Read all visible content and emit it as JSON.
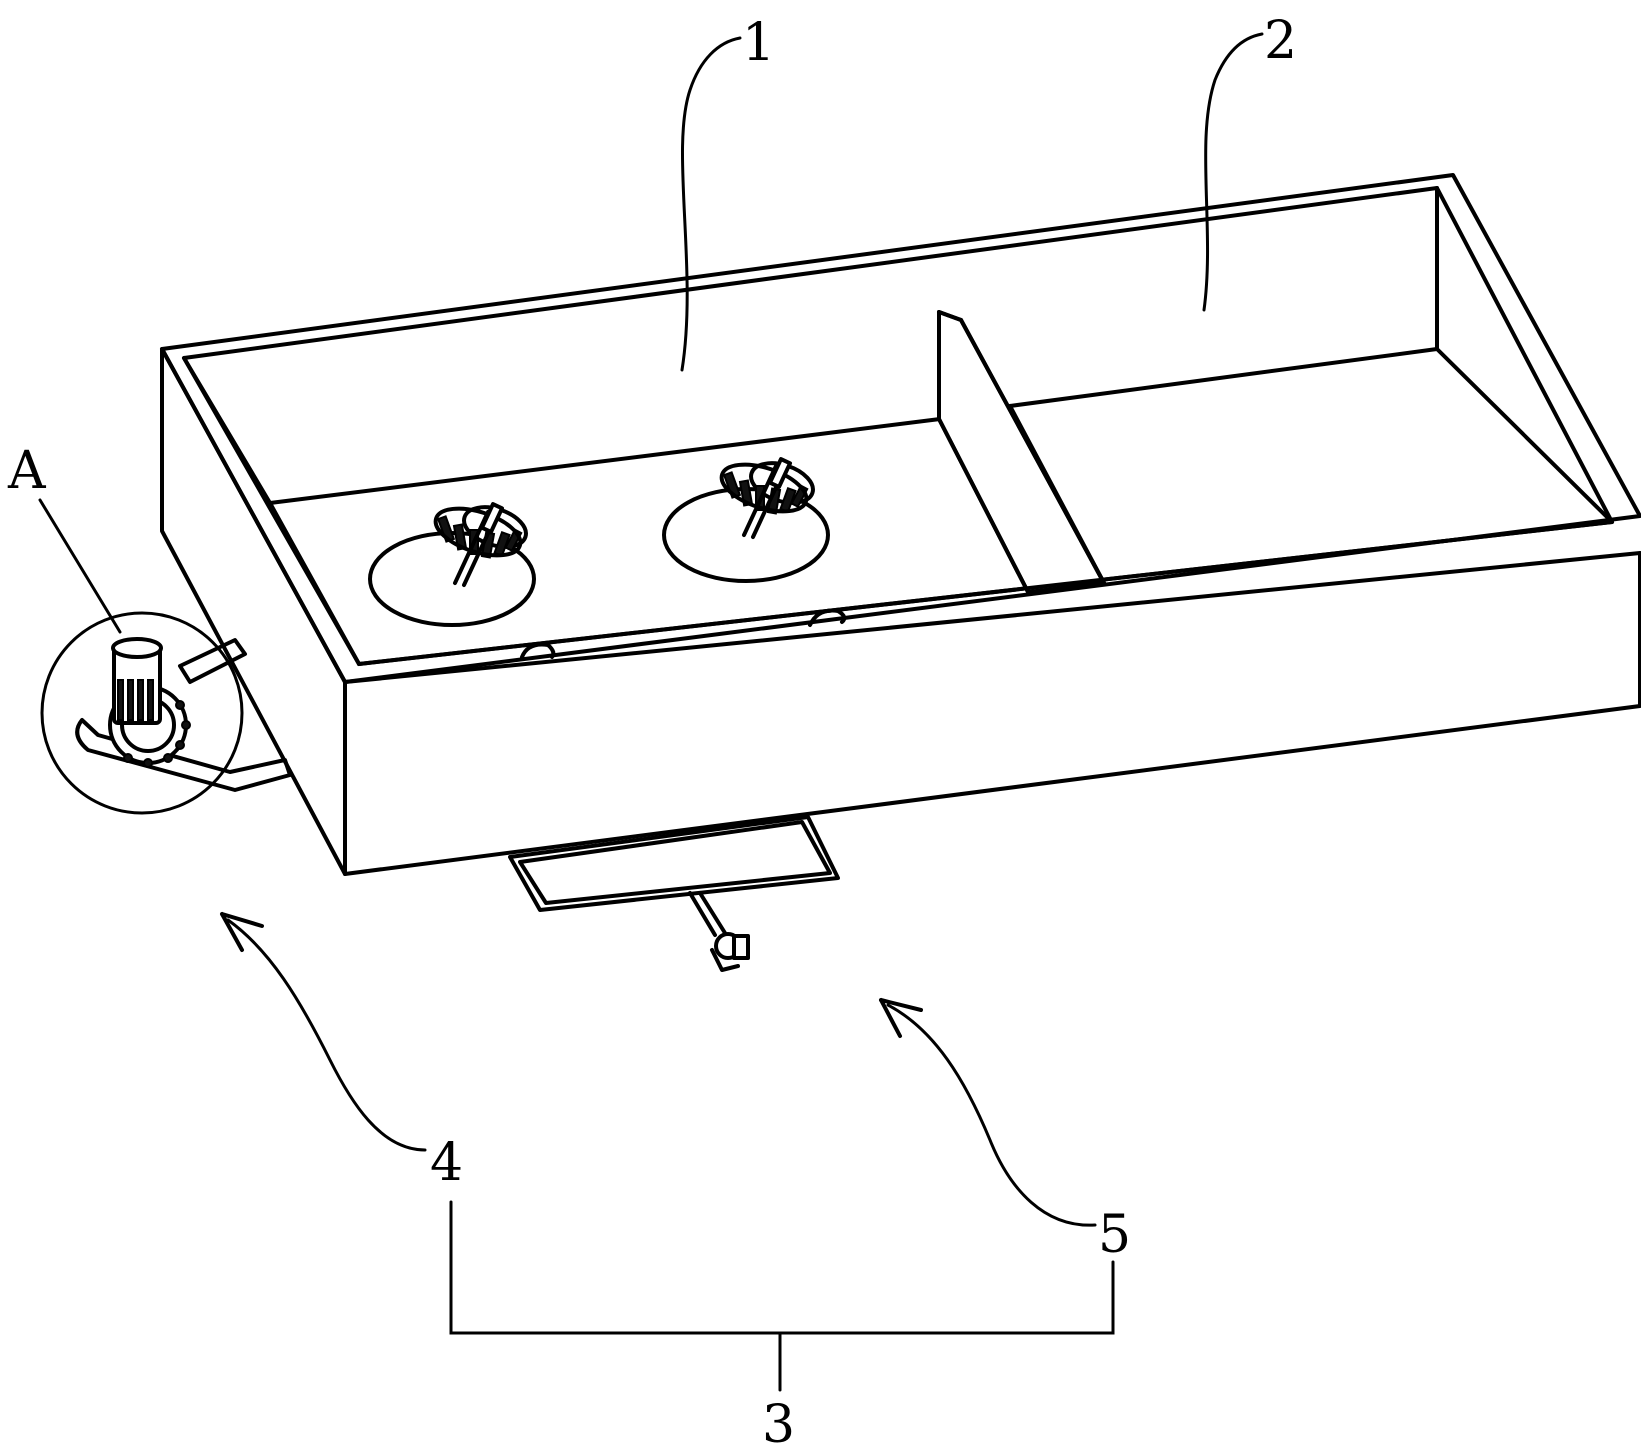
{
  "labels": {
    "tank_1": "1",
    "tank_2": "2",
    "assembly_3": "3",
    "part_4": "4",
    "part_5": "5",
    "detail_a": "A"
  }
}
